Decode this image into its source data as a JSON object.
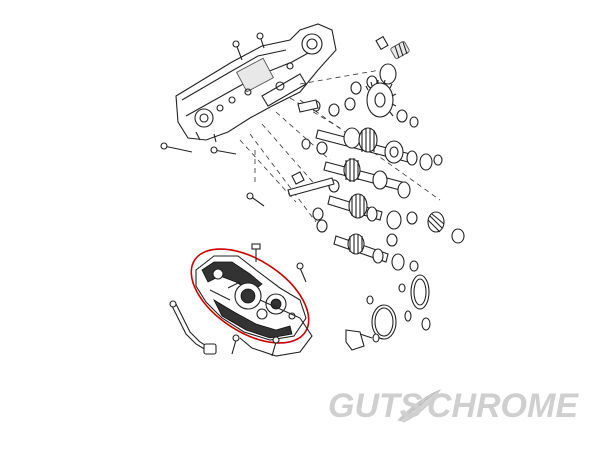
{
  "brand": {
    "word_left": "GUTS",
    "word_right": "CHROME",
    "logo_color": "#cfcfcf",
    "feather_icon": "feather-icon"
  },
  "highlight": {
    "color": "#cc0000",
    "shape": "ellipse"
  }
}
